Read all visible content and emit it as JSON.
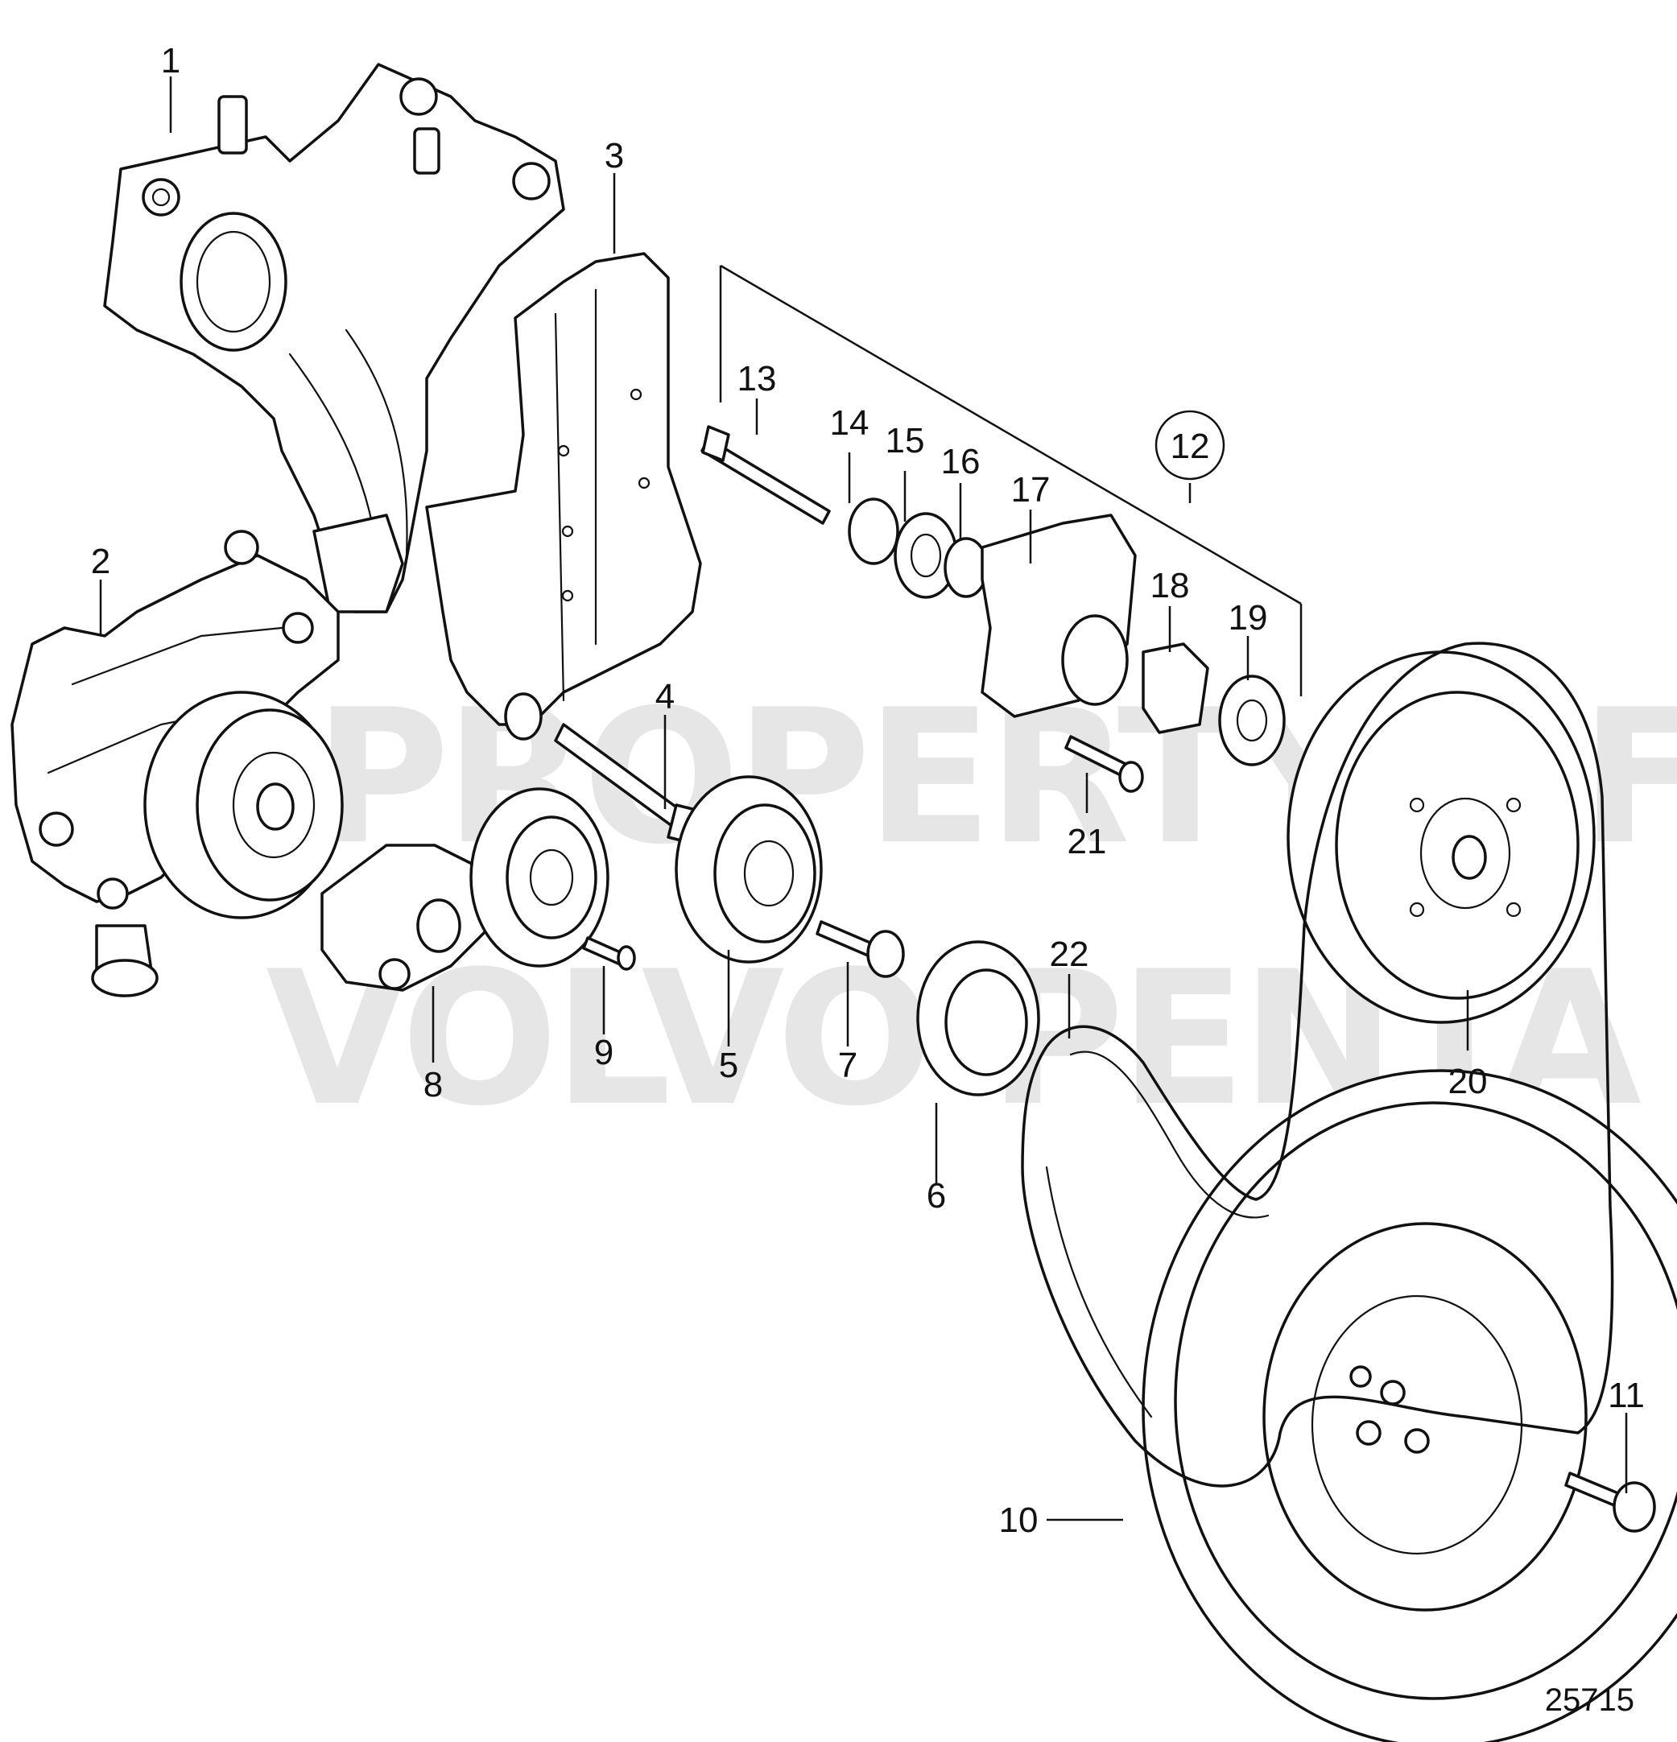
{
  "figure_number": "25715",
  "watermark": {
    "line1": "PROPERTY OF",
    "line2": "VOLVO PENTA"
  },
  "callouts": [
    {
      "id": "1",
      "label": "1"
    },
    {
      "id": "2",
      "label": "2"
    },
    {
      "id": "3",
      "label": "3"
    },
    {
      "id": "4",
      "label": "4"
    },
    {
      "id": "5",
      "label": "5"
    },
    {
      "id": "6",
      "label": "6"
    },
    {
      "id": "7",
      "label": "7"
    },
    {
      "id": "8",
      "label": "8"
    },
    {
      "id": "9",
      "label": "9"
    },
    {
      "id": "10",
      "label": "10"
    },
    {
      "id": "11",
      "label": "11"
    },
    {
      "id": "12",
      "label": "12",
      "circled": true
    },
    {
      "id": "13",
      "label": "13"
    },
    {
      "id": "14",
      "label": "14"
    },
    {
      "id": "15",
      "label": "15"
    },
    {
      "id": "16",
      "label": "16"
    },
    {
      "id": "17",
      "label": "17"
    },
    {
      "id": "18",
      "label": "18"
    },
    {
      "id": "19",
      "label": "19"
    },
    {
      "id": "20",
      "label": "20"
    },
    {
      "id": "21",
      "label": "21"
    },
    {
      "id": "22",
      "label": "22"
    }
  ]
}
